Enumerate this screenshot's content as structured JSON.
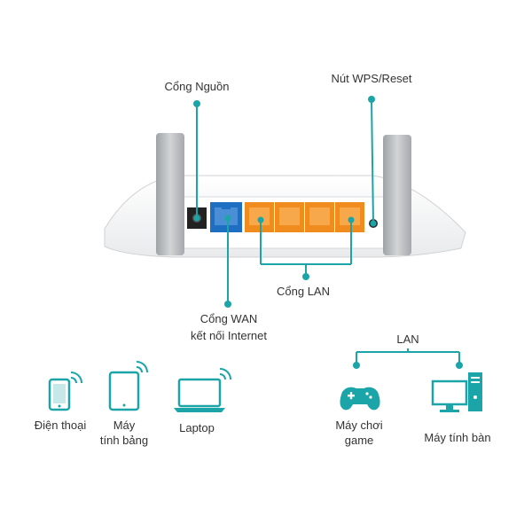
{
  "labels": {
    "power_port": "Cổng Nguồn",
    "wps_reset": "Nút WPS/Reset",
    "lan_port": "Cổng LAN",
    "wan_line1": "Cổng WAN",
    "wan_line2": "kết nối Internet",
    "lan_top": "LAN"
  },
  "devices": {
    "phone": "Điện thoại",
    "tablet_line1": "Máy",
    "tablet_line2": "tính bảng",
    "laptop": "Laptop",
    "game_line1": "Máy chơi",
    "game_line2": "game",
    "desktop": "Máy tính bàn"
  },
  "colors": {
    "teal": "#1ba5a8",
    "wan_blue": "#1e6fc2",
    "lan_orange": "#f08c1e",
    "antenna_gray": "#b9bcbf",
    "body_white": "#f7f7f7"
  }
}
